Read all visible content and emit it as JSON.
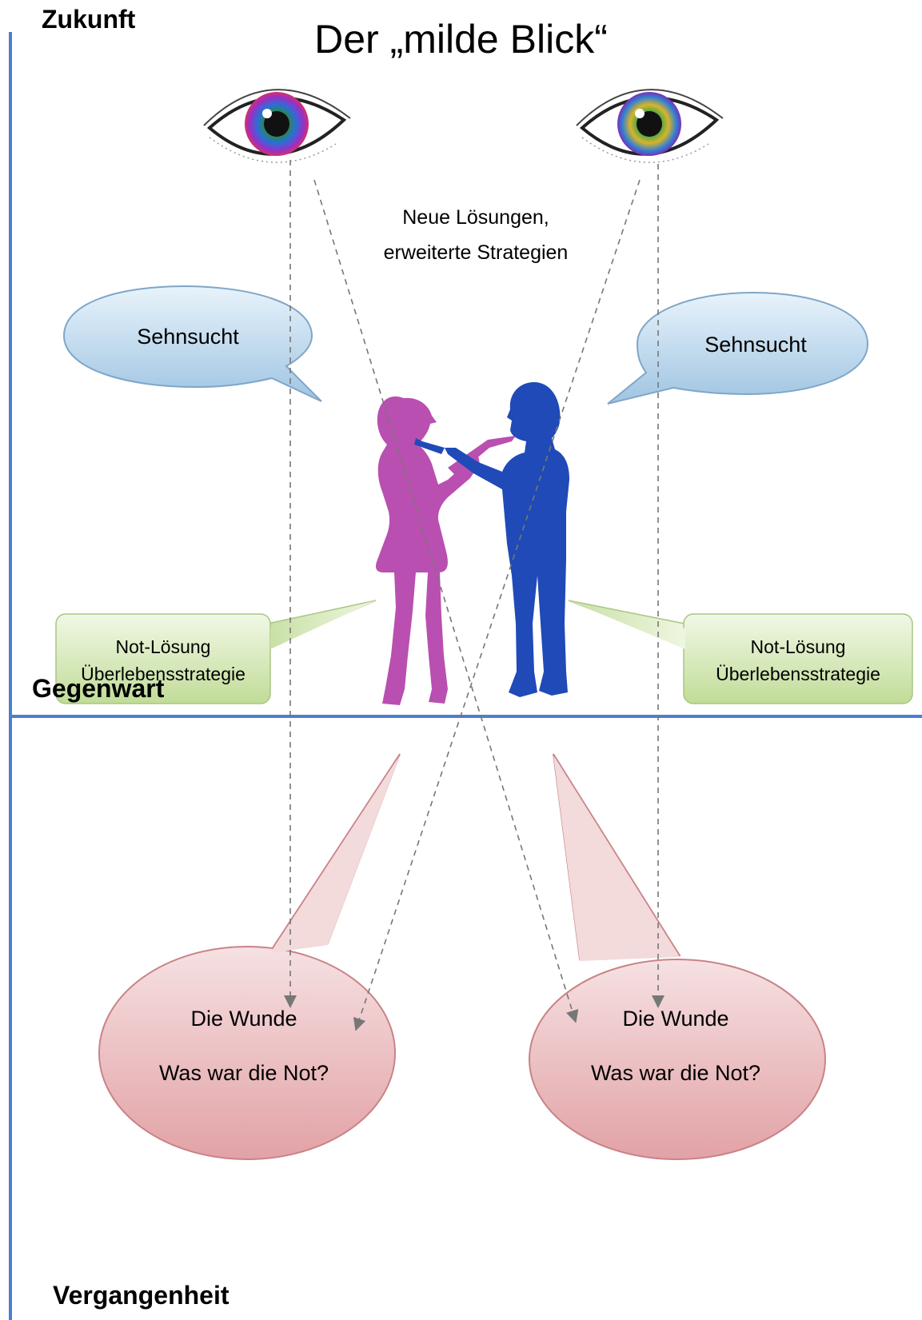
{
  "title": "Der „milde Blick“",
  "time_axis": {
    "future": "Zukunft",
    "present": "Gegenwart",
    "past": "Vergangenheit"
  },
  "center_note": {
    "line1": "Neue Lösungen,",
    "line2": "erweiterte Strategien"
  },
  "left": {
    "longing": "Sehnsucht",
    "emergency_line1": "Not-Lösung",
    "emergency_line2": "Überlebensstrategie",
    "wound": "Die Wunde",
    "wound_question": "Was war die Not?"
  },
  "right": {
    "longing": "Sehnsucht",
    "emergency_line1": "Not-Lösung",
    "emergency_line2": "Überlebensstrategie",
    "wound": "Die Wunde",
    "wound_question": "Was war die Not?"
  },
  "icons": {
    "left_eye": "eye-icon",
    "right_eye": "eye-icon",
    "woman": "woman-silhouette",
    "man": "man-silhouette"
  },
  "colors": {
    "axis_line": "#4a7fd0",
    "woman": "#b94fb0",
    "man": "#1f4ab8",
    "longing_bubble": "#b6d4ea",
    "emergency_bubble": "#d3e6b4",
    "wound_bubble": "#e6a9ad",
    "arrow": "#777777"
  }
}
